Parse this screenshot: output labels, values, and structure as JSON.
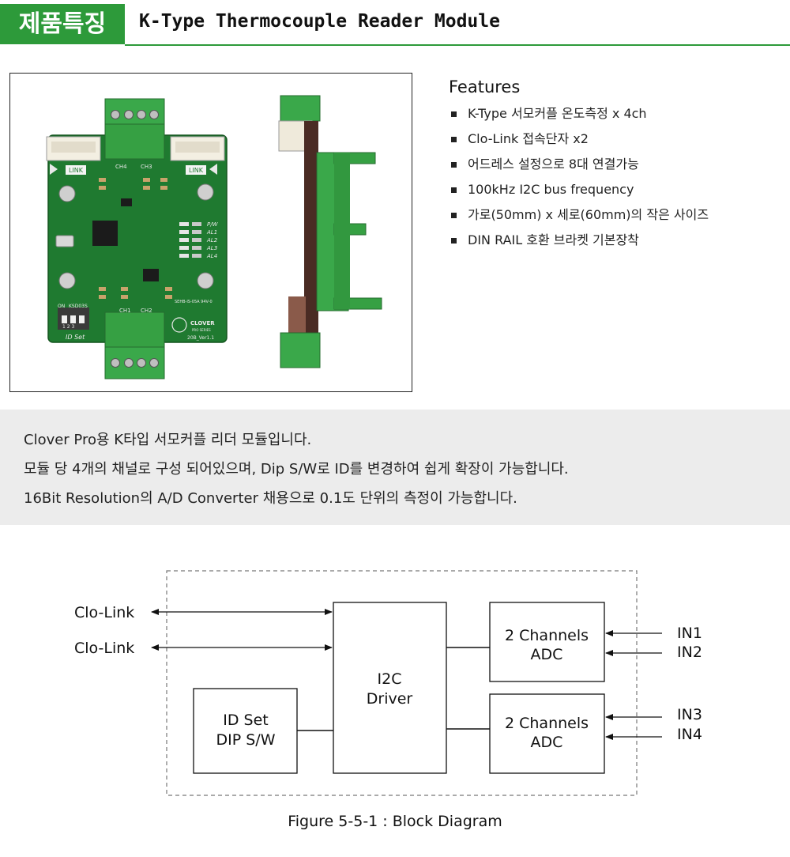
{
  "header": {
    "tag": "제품특징",
    "title": "K-Type Thermocouple Reader Module"
  },
  "board": {
    "labels": {
      "link": "LINK",
      "ch1": "CH1",
      "ch2": "CH2",
      "ch3": "CH3",
      "ch4": "CH4",
      "pw": "P/W",
      "al1": "AL1",
      "al2": "AL2",
      "al3": "AL3",
      "al4": "AL4",
      "on": "ON",
      "ksd": "KSD03S",
      "dip_nums": "1  2  3",
      "id_set": "ID Set",
      "brand": "CLOVER",
      "brand_sub": "PRO SERIES",
      "ver": "20B_Ver1.1",
      "pcb_code": "SEHB-IS-05A  94V-0"
    }
  },
  "features": {
    "heading": "Features",
    "items": [
      "K-Type 서모커플 온도측정 x 4ch",
      "Clo-Link 접속단자 x2",
      "어드레스 설정으로 8대 연결가능",
      "100kHz I2C bus frequency",
      "가로(50mm) x 세로(60mm)의 작은 사이즈",
      "DIN RAIL 호환 브라켓 기본장착"
    ]
  },
  "description": {
    "lines": [
      "Clover Pro용 K타입 서모커플  리더 모듈입니다.",
      "모듈 당 4개의 채널로 구성 되어있으며, Dip S/W로 ID를 변경하여 쉽게 확장이 가능합니다.",
      "16Bit Resolution의 A/D Converter 채용으로 0.1도 단위의 측정이 가능합니다."
    ]
  },
  "diagram": {
    "clolink1": "Clo-Link",
    "clolink2": "Clo-Link",
    "i2c_line1": "I2C",
    "i2c_line2": "Driver",
    "id_line1": "ID Set",
    "id_line2": "DIP S/W",
    "adc1_line1": "2 Channels",
    "adc1_line2": "ADC",
    "adc2_line1": "2 Channels",
    "adc2_line2": "ADC",
    "in1": "IN1",
    "in2": "IN2",
    "in3": "IN3",
    "in4": "IN4"
  },
  "caption": "Figure 5-5-1 : Block Diagram",
  "colors": {
    "accent_green": "#2d9a3a",
    "pcb_green": "#1f7a30",
    "terminal_green": "#3aa84a",
    "desc_bg": "#ececec"
  }
}
